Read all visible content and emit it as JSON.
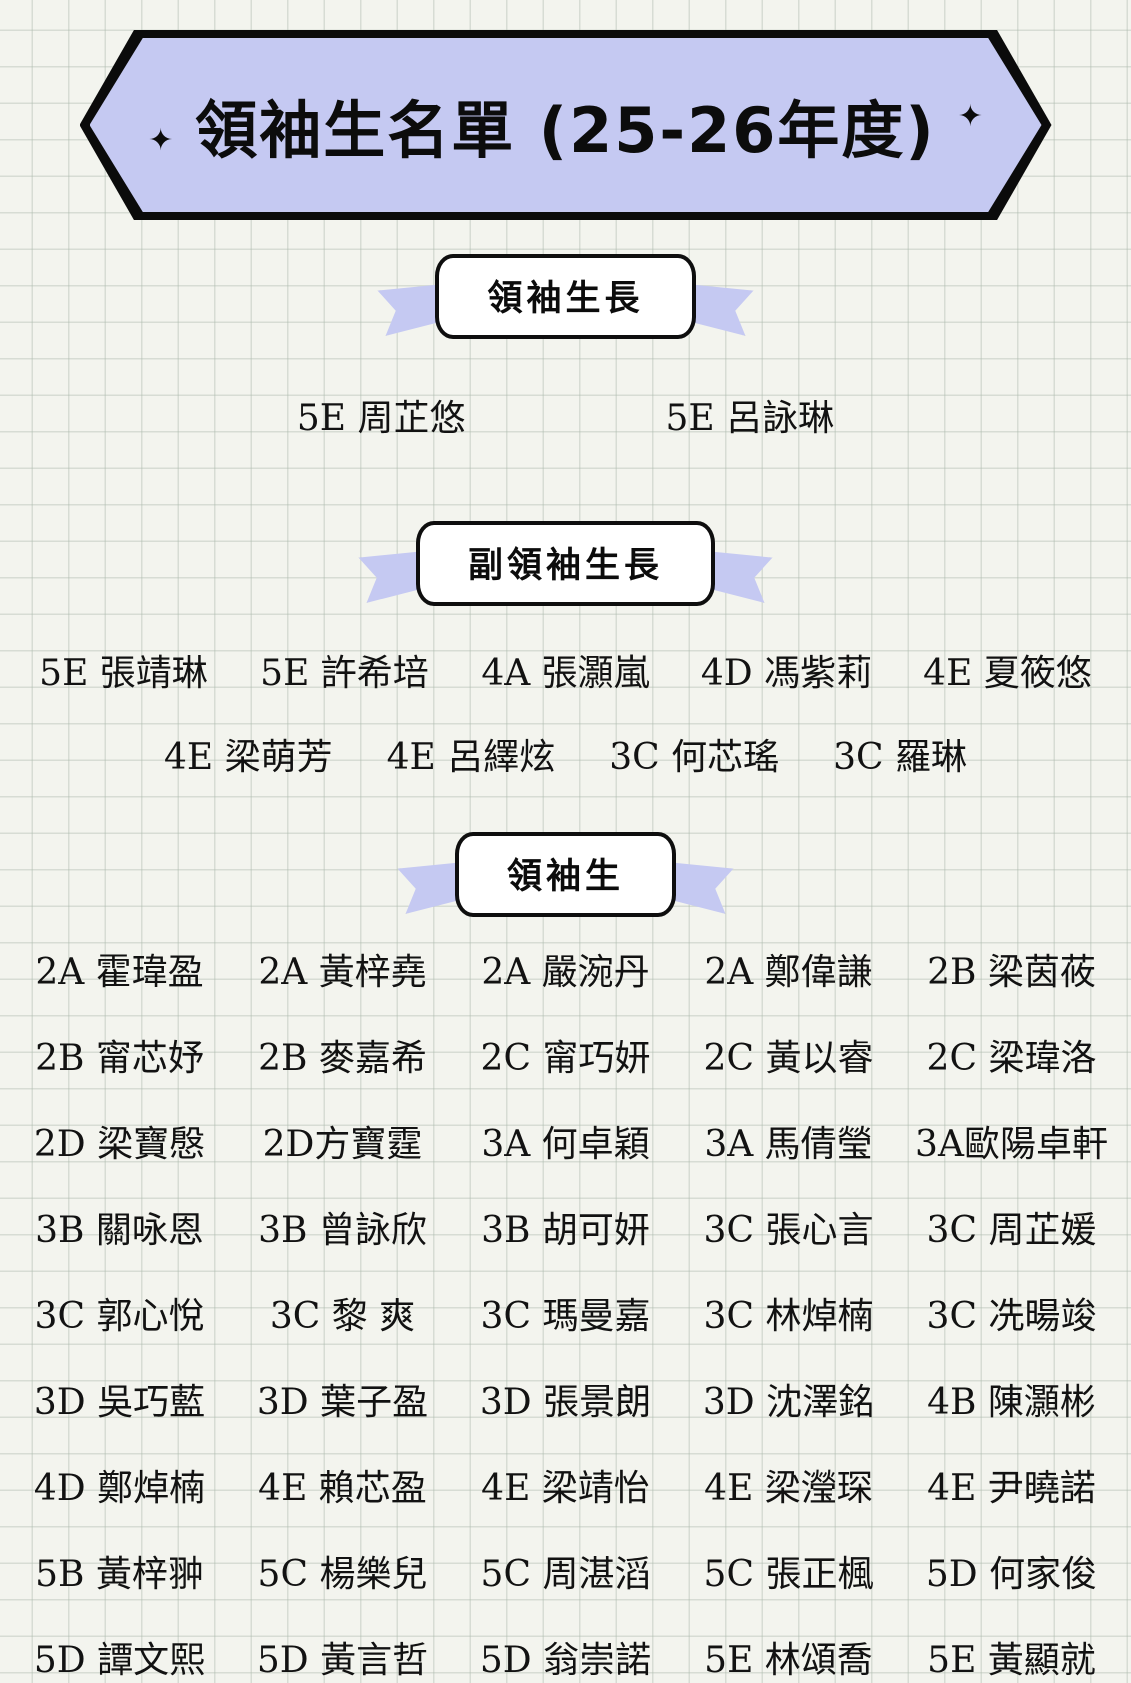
{
  "header": {
    "title": "領袖生名單 (25-26年度)",
    "sparkle": "✦"
  },
  "sections": {
    "head": {
      "label": "領袖生長",
      "members": [
        "5E 周芷悠",
        "5E 呂詠琳"
      ]
    },
    "deputy": {
      "label": "副領袖生長",
      "row1": [
        "5E 張靖琳",
        "5E 許希培",
        "4A 張灝嵐",
        "4D 馮紫莉",
        "4E 夏筱悠"
      ],
      "row2": [
        "4E 梁萌芳",
        "4E 呂繹炫",
        "3C 何芯瑤",
        "3C 羅琳"
      ]
    },
    "prefects": {
      "label": "領袖生",
      "members": [
        "2A 霍瑋盈",
        "2A 黃梓堯",
        "2A 嚴涴丹",
        "2A 鄭偉謙",
        "2B 梁茵莜",
        "2B 甯芯妤",
        "2B 麥嘉希",
        "2C 甯巧妍",
        "2C 黃以睿",
        "2C 梁瑋洛",
        "2D 梁寶慇",
        "2D方寶霆",
        "3A 何卓穎",
        "3A 馬倩瑩",
        "3A歐陽卓軒",
        "3B 關咏恩",
        "3B 曾詠欣",
        "3B 胡可妍",
        "3C 張心言",
        "3C 周芷媛",
        "3C 郭心悅",
        "3C 黎 爽",
        "3C 瑪曼嘉",
        "3C 林焯楠",
        "3C 冼暘竣",
        "3D 吳巧藍",
        "3D 葉子盈",
        "3D 張景朗",
        "3D 沈澤銘",
        "4B 陳灝彬",
        "4D 鄭焯楠",
        "4E 賴芯盈",
        "4E 梁靖怡",
        "4E 梁瀅琛",
        "4E 尹曉諾",
        "5B 黃梓翀",
        "5C 楊樂兒",
        "5C 周湛滔",
        "5C 張正楓",
        "5D 何家俊",
        "5D 譚文熙",
        "5D 黃言哲",
        "5D 翁崇諾",
        "5E 林頌喬",
        "5E 黃顯就"
      ]
    }
  },
  "colors": {
    "banner_fill": "#c5c9f2",
    "ribbon_tail": "#c5c9f2",
    "ink": "#121212",
    "paper": "#f3f4ee"
  }
}
